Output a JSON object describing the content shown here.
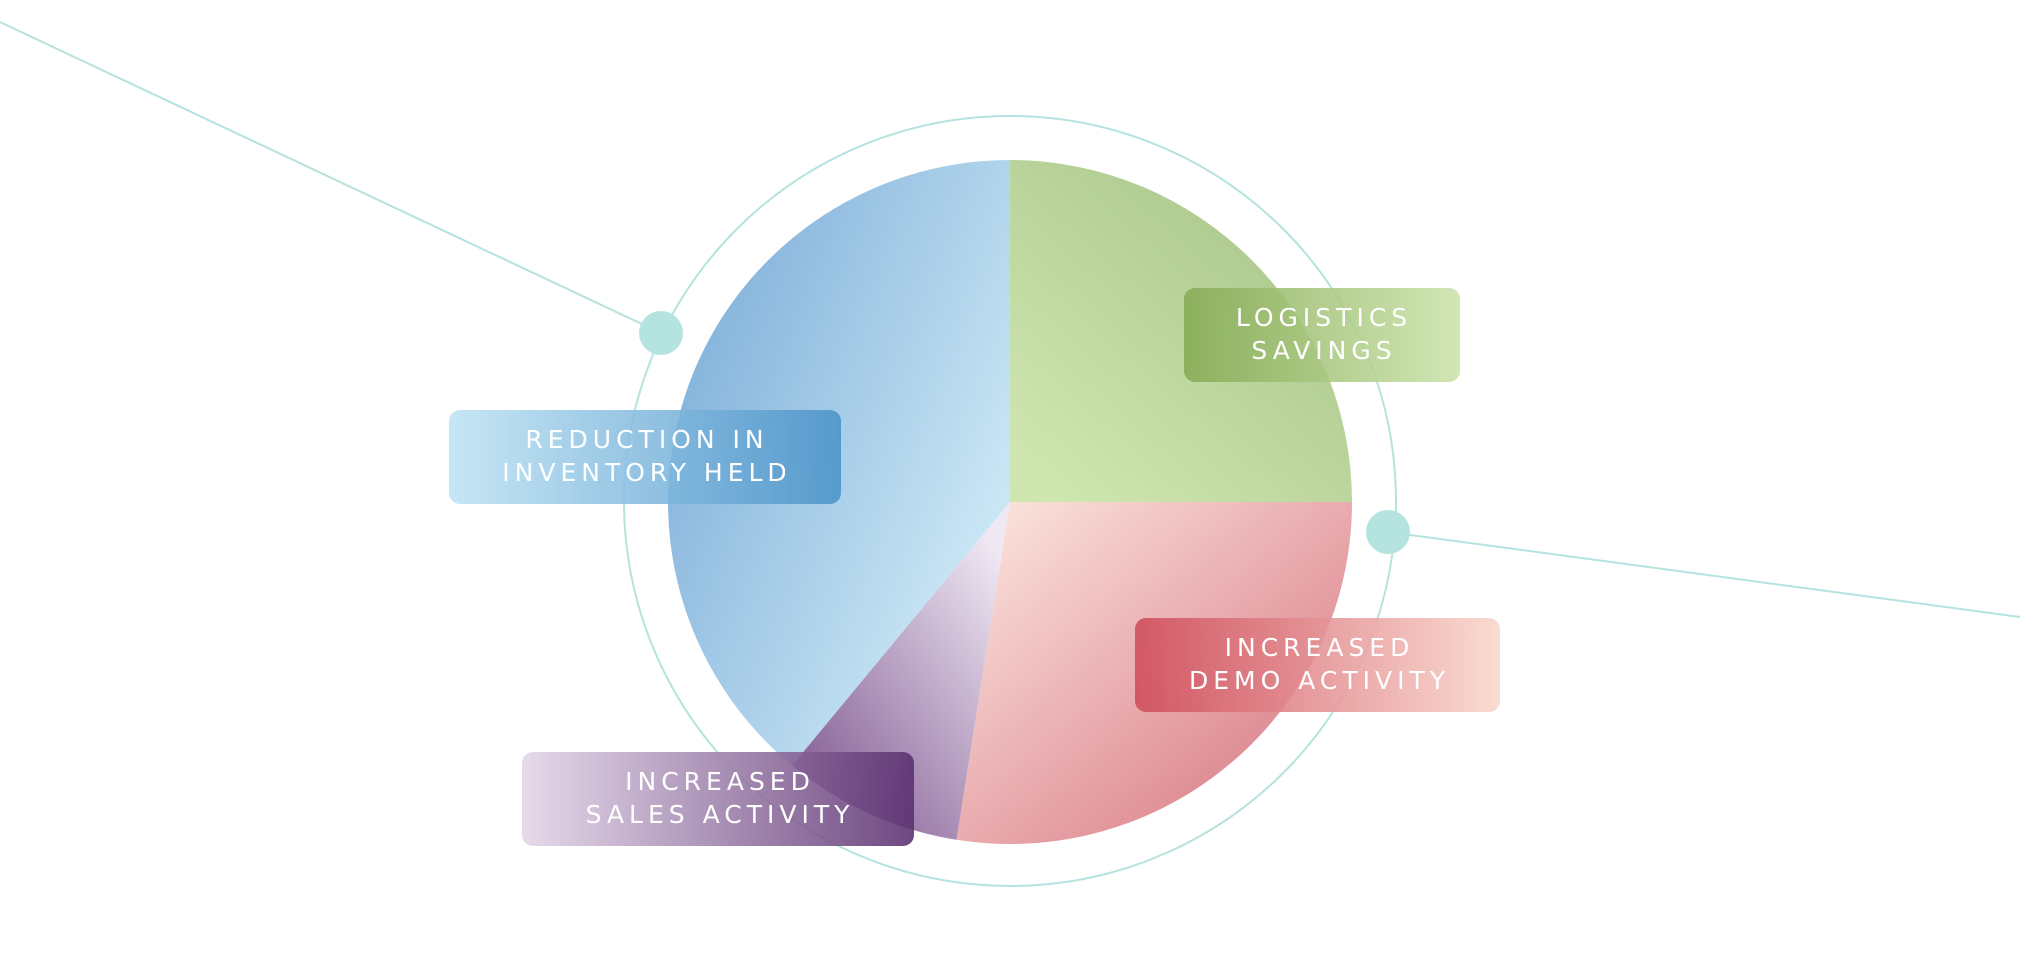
{
  "chart_data": {
    "type": "pie",
    "title": "",
    "start_angle_deg": 0,
    "direction": "clockwise",
    "slices": [
      {
        "key": "logistics",
        "label_lines": [
          "LOGISTICS",
          "SAVINGS"
        ],
        "value": 25.0,
        "colors": {
          "from": "#cfe6b0",
          "to": "#a9c68a"
        },
        "label_colors": {
          "from": "#86ab55",
          "to": "#cbe3ab"
        }
      },
      {
        "key": "demo",
        "label_lines": [
          "INCREASED",
          "DEMO ACTIVITY"
        ],
        "value": 27.5,
        "colors": {
          "from": "#fbe3dd",
          "to": "#d97a85"
        },
        "label_colors": {
          "from": "#cf4c5b",
          "to": "#f9d6cc"
        }
      },
      {
        "key": "sales",
        "label_lines": [
          "INCREASED",
          "SALES ACTIVITY"
        ],
        "value": 8.5,
        "colors": {
          "from": "#efe8f3",
          "to": "#8e6b9e"
        },
        "label_colors": {
          "from": "#e3d5e8",
          "to": "#5a2f70"
        }
      },
      {
        "key": "inventory",
        "label_lines": [
          "REDUCTION IN",
          "INVENTORY HELD"
        ],
        "value": 39.0,
        "colors": {
          "from": "#cde9f6",
          "to": "#86b4dc"
        },
        "label_colors": {
          "from": "#bfe3f4",
          "to": "#4b93c9"
        }
      }
    ],
    "accent_color": "#b5e3df"
  }
}
